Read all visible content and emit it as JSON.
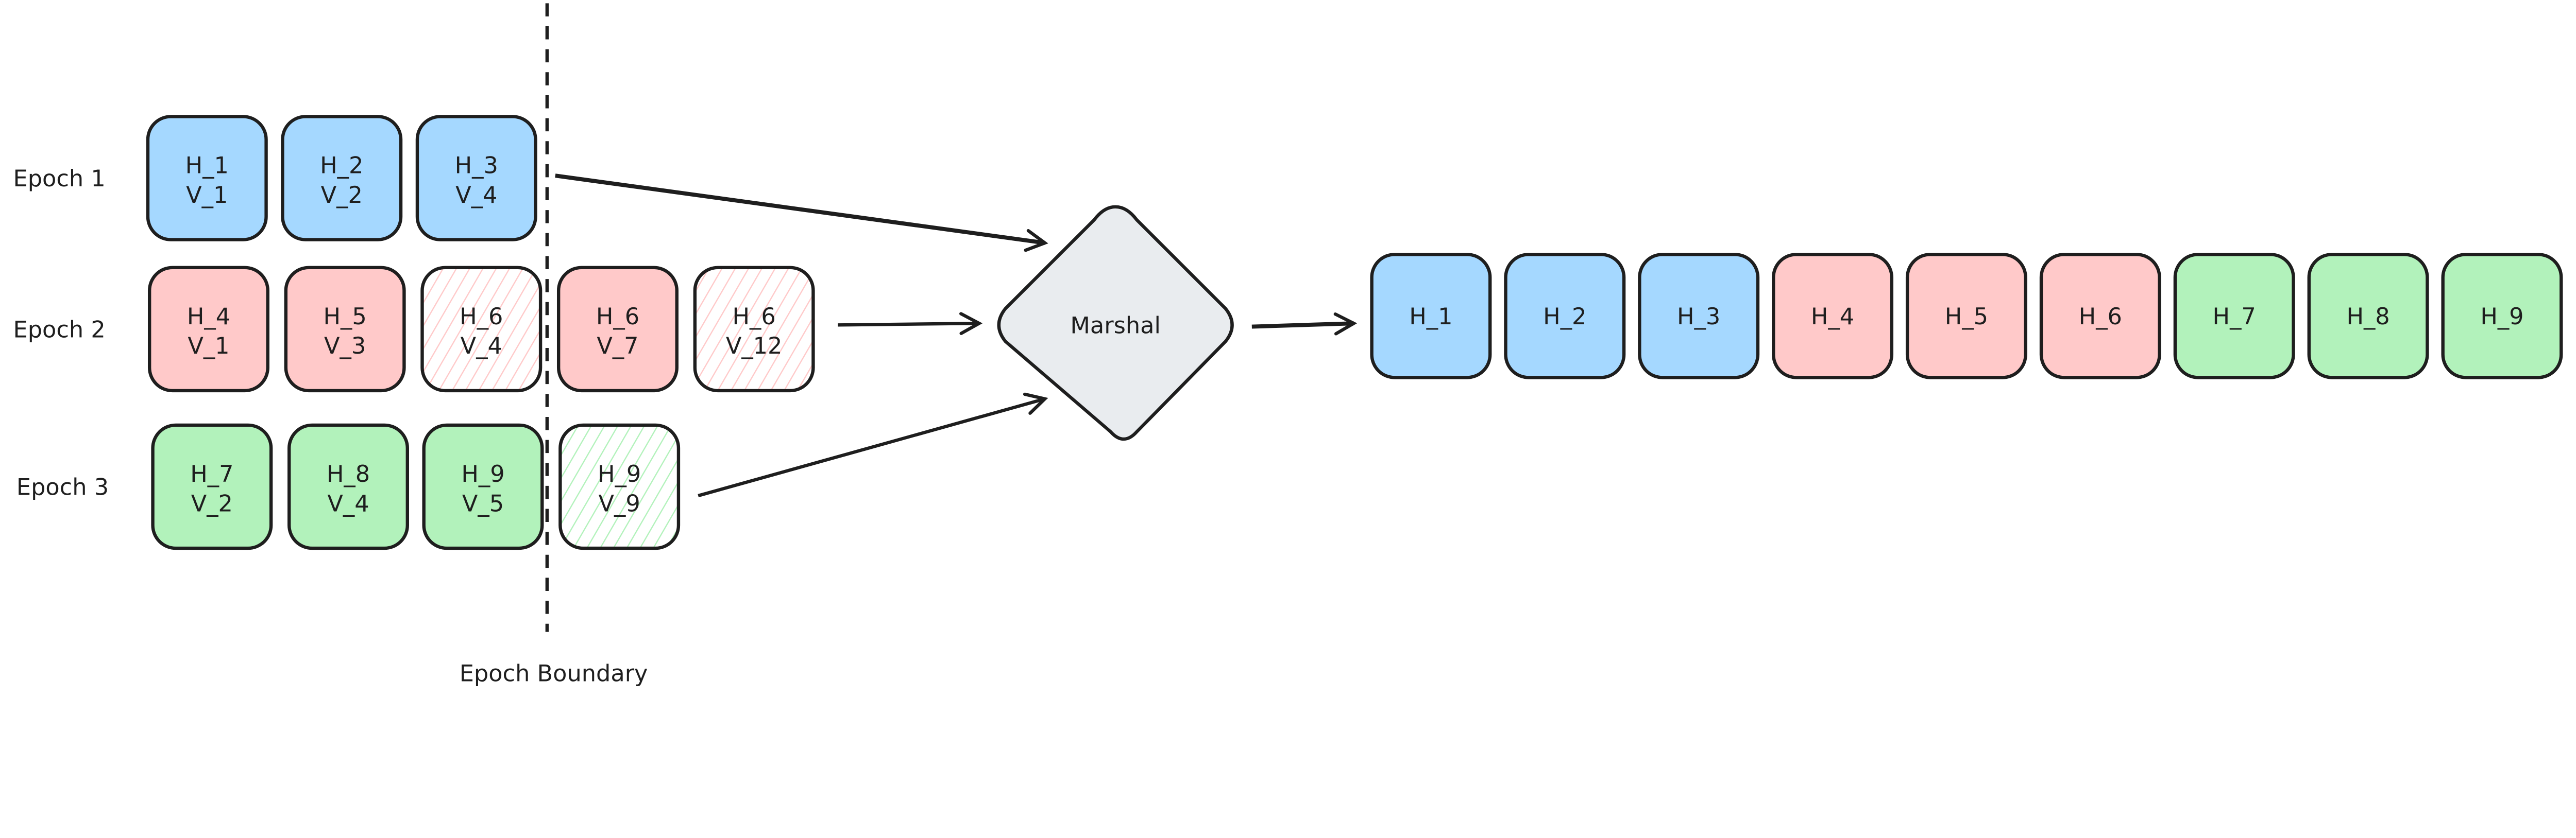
{
  "colors": {
    "blue": "#a5d8ff",
    "red": "#ffc9c9",
    "green": "#b2f2bb",
    "marshal": "#e9ecef",
    "stroke": "#1e1e1e"
  },
  "epochs": [
    {
      "label": "Epoch 1",
      "color": "blue",
      "items": [
        {
          "h": "H_1",
          "v": "V_1",
          "hatched": false
        },
        {
          "h": "H_2",
          "v": "V_2",
          "hatched": false
        },
        {
          "h": "H_3",
          "v": "V_4",
          "hatched": false
        }
      ]
    },
    {
      "label": "Epoch 2",
      "color": "red",
      "items": [
        {
          "h": "H_4",
          "v": "V_1",
          "hatched": false
        },
        {
          "h": "H_5",
          "v": "V_3",
          "hatched": false
        },
        {
          "h": "H_6",
          "v": "V_4",
          "hatched": true
        },
        {
          "h": "H_6",
          "v": "V_7",
          "hatched": false
        },
        {
          "h": "H_6",
          "v": "V_12",
          "hatched": true
        }
      ]
    },
    {
      "label": "Epoch 3",
      "color": "green",
      "items": [
        {
          "h": "H_7",
          "v": "V_2",
          "hatched": false
        },
        {
          "h": "H_8",
          "v": "V_4",
          "hatched": false
        },
        {
          "h": "H_9",
          "v": "V_5",
          "hatched": false
        },
        {
          "h": "H_9",
          "v": "V_9",
          "hatched": true
        }
      ]
    }
  ],
  "boundary_label": "Epoch Boundary",
  "marshal_label": "Marshal",
  "output": [
    {
      "label": "H_1",
      "color": "blue"
    },
    {
      "label": "H_2",
      "color": "blue"
    },
    {
      "label": "H_3",
      "color": "blue"
    },
    {
      "label": "H_4",
      "color": "red"
    },
    {
      "label": "H_5",
      "color": "red"
    },
    {
      "label": "H_6",
      "color": "red"
    },
    {
      "label": "H_7",
      "color": "green"
    },
    {
      "label": "H_8",
      "color": "green"
    },
    {
      "label": "H_9",
      "color": "green"
    }
  ]
}
